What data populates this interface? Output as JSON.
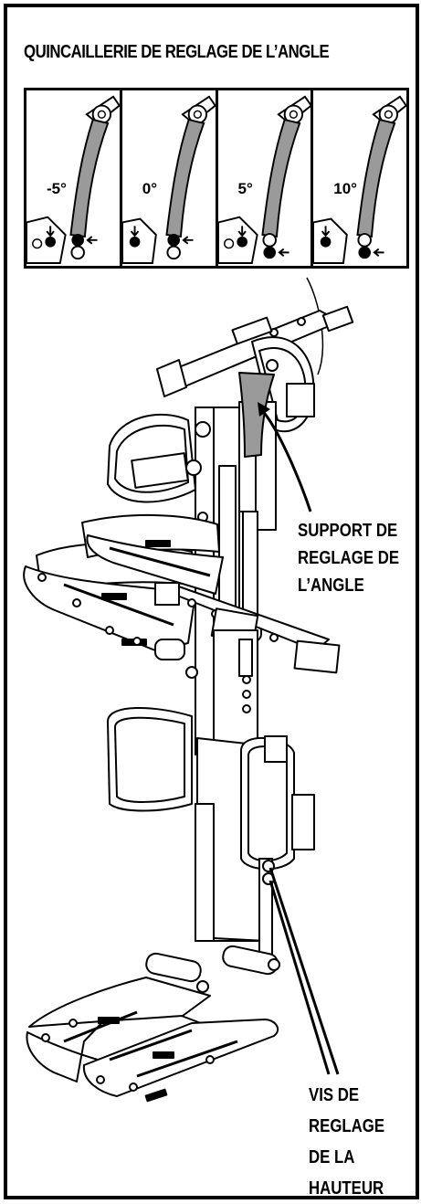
{
  "header": {
    "title": "QUINCAILLERIE DE REGLAGE DE L’ANGLE"
  },
  "angle_panels": [
    {
      "label": "-5°",
      "slot": "top"
    },
    {
      "label": "0°",
      "slot": "top"
    },
    {
      "label": "5°",
      "slot": "bottom"
    },
    {
      "label": "10°",
      "slot": "bottom"
    }
  ],
  "callouts": {
    "angle_bracket": [
      "SUPPORT DE",
      "REGLAGE DE",
      "L’ANGLE"
    ],
    "height_screw": [
      "VIS DE",
      "REGLAGE",
      "DE LA",
      "HAUTEUR"
    ]
  },
  "colors": {
    "ink": "#000000",
    "gray": "#9a9a9a",
    "paper": "#ffffff"
  }
}
